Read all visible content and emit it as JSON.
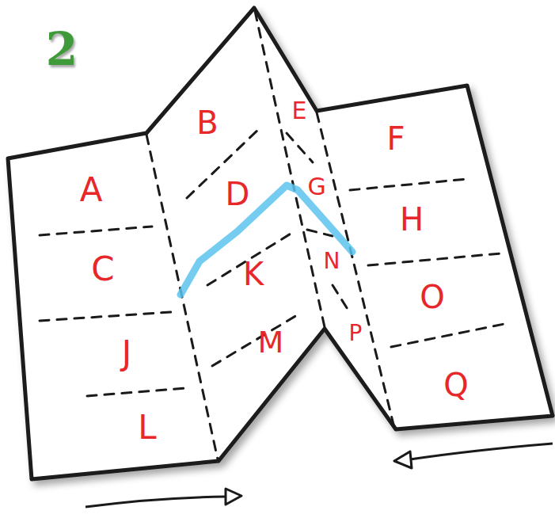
{
  "diagram": {
    "labels": [
      "2",
      "A",
      "B",
      "E",
      "F",
      "D",
      "G",
      "H",
      "C",
      "K",
      "N",
      "O",
      "J",
      "M",
      "P",
      "Q",
      "L"
    ]
  }
}
